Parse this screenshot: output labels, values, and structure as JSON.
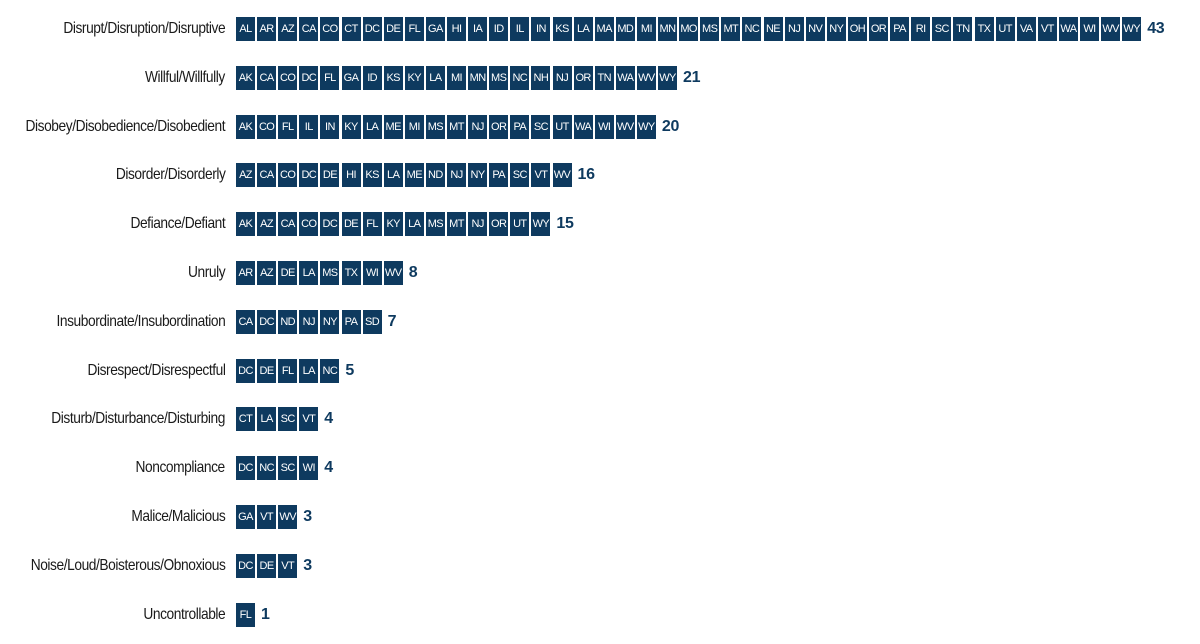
{
  "chart_data": {
    "type": "bar",
    "colors": {
      "tile": "#0e3a5f",
      "tile_text": "#ffffff",
      "count": "#0e3a5f",
      "label": "#1a1a1a"
    },
    "rows": [
      {
        "label": "Disrupt/Disruption/Disruptive",
        "value": 43,
        "states": [
          "AL",
          "AR",
          "AZ",
          "CA",
          "CO",
          "CT",
          "DC",
          "DE",
          "FL",
          "GA",
          "HI",
          "IA",
          "ID",
          "IL",
          "IN",
          "KS",
          "LA",
          "MA",
          "MD",
          "MI",
          "MN",
          "MO",
          "MS",
          "MT",
          "NC",
          "NE",
          "NJ",
          "NV",
          "NY",
          "OH",
          "OR",
          "PA",
          "RI",
          "SC",
          "TN",
          "TX",
          "UT",
          "VA",
          "VT",
          "WA",
          "WI",
          "WV",
          "WY"
        ]
      },
      {
        "label": "Willful/Willfully",
        "value": 21,
        "states": [
          "AK",
          "CA",
          "CO",
          "DC",
          "FL",
          "GA",
          "ID",
          "KS",
          "KY",
          "LA",
          "MI",
          "MN",
          "MS",
          "NC",
          "NH",
          "NJ",
          "OR",
          "TN",
          "WA",
          "WV",
          "WY"
        ]
      },
      {
        "label": "Disobey/Disobedience/Disobedient",
        "value": 20,
        "states": [
          "AK",
          "CO",
          "FL",
          "IL",
          "IN",
          "KY",
          "LA",
          "ME",
          "MI",
          "MS",
          "MT",
          "NJ",
          "OR",
          "PA",
          "SC",
          "UT",
          "WA",
          "WI",
          "WV",
          "WY"
        ]
      },
      {
        "label": "Disorder/Disorderly",
        "value": 16,
        "states": [
          "AZ",
          "CA",
          "CO",
          "DC",
          "DE",
          "HI",
          "KS",
          "LA",
          "ME",
          "ND",
          "NJ",
          "NY",
          "PA",
          "SC",
          "VT",
          "WV"
        ]
      },
      {
        "label": "Defiance/Defiant",
        "value": 15,
        "states": [
          "AK",
          "AZ",
          "CA",
          "CO",
          "DC",
          "DE",
          "FL",
          "KY",
          "LA",
          "MS",
          "MT",
          "NJ",
          "OR",
          "UT",
          "WY"
        ]
      },
      {
        "label": "Unruly",
        "value": 8,
        "states": [
          "AR",
          "AZ",
          "DE",
          "LA",
          "MS",
          "TX",
          "WI",
          "WV"
        ]
      },
      {
        "label": "Insubordinate/Insubordination",
        "value": 7,
        "states": [
          "CA",
          "DC",
          "ND",
          "NJ",
          "NY",
          "PA",
          "SD"
        ]
      },
      {
        "label": "Disrespect/Disrespectful",
        "value": 5,
        "states": [
          "DC",
          "DE",
          "FL",
          "LA",
          "NC"
        ]
      },
      {
        "label": "Disturb/Disturbance/Disturbing",
        "value": 4,
        "states": [
          "CT",
          "LA",
          "SC",
          "VT"
        ]
      },
      {
        "label": "Noncompliance",
        "value": 4,
        "states": [
          "DC",
          "NC",
          "SC",
          "WI"
        ]
      },
      {
        "label": "Malice/Malicious",
        "value": 3,
        "states": [
          "GA",
          "VT",
          "WV"
        ]
      },
      {
        "label": "Noise/Loud/Boisterous/Obnoxious",
        "value": 3,
        "states": [
          "DC",
          "DE",
          "VT"
        ]
      },
      {
        "label": "Uncontrollable",
        "value": 1,
        "states": [
          "FL"
        ]
      }
    ]
  }
}
